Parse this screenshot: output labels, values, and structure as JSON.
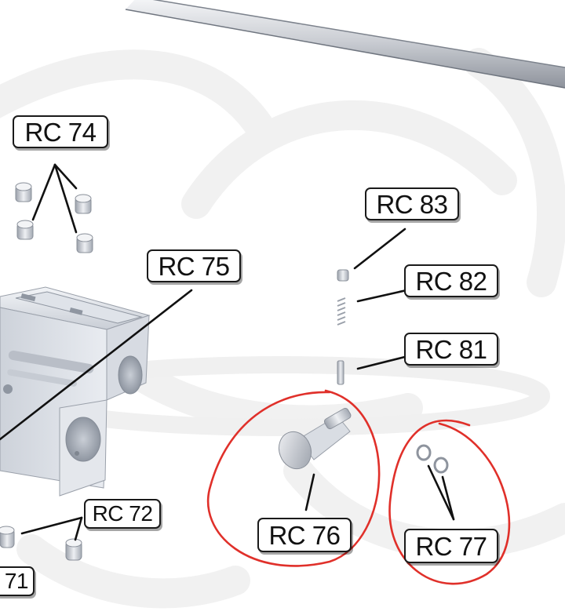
{
  "diagram": {
    "callouts": {
      "rc74": "RC 74",
      "rc75": "RC 75",
      "rc83": "RC 83",
      "rc82": "RC 82",
      "rc81": "RC 81",
      "rc76": "RC 76",
      "rc77": "RC 77",
      "rc72": "RC 72",
      "rc71": "71"
    },
    "colors": {
      "highlight_circle": "#e0302a",
      "leader_line": "#111111",
      "part_light": "#e4e8ee",
      "part_shadow": "#9aa0aa",
      "watermark": "#f2f2f2"
    }
  }
}
